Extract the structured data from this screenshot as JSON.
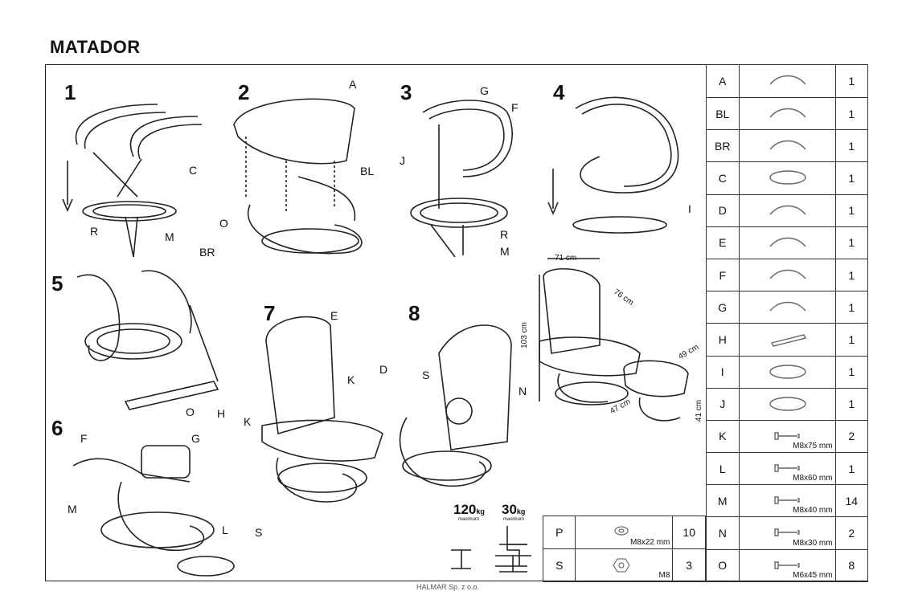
{
  "title": "MATADOR",
  "steps": [
    "1",
    "2",
    "3",
    "4",
    "5",
    "6",
    "7",
    "8"
  ],
  "labels": {
    "s1": [
      "C",
      "R",
      "M"
    ],
    "s2": [
      "A",
      "BL",
      "O",
      "BR"
    ],
    "s3": [
      "G",
      "F",
      "J",
      "R",
      "M"
    ],
    "s4": [
      "I"
    ],
    "s5": [
      "O",
      "H"
    ],
    "s6": [
      "F",
      "G",
      "M",
      "L",
      "S"
    ],
    "s7": [
      "E",
      "D",
      "K",
      "K"
    ],
    "s8": [
      "S",
      "N"
    ]
  },
  "dimensions": [
    "71 cm",
    "76 cm",
    "103 cm",
    "49 cm",
    "47 cm",
    "41 cm"
  ],
  "weights": [
    {
      "value": "120",
      "unit": "kg",
      "sub": "maximum"
    },
    {
      "value": "30",
      "unit": "kg",
      "sub": "maximum"
    }
  ],
  "parts": [
    {
      "code": "A",
      "qty": "1",
      "spec": "",
      "icon": "cushion-icon"
    },
    {
      "code": "BL",
      "qty": "1",
      "spec": "",
      "icon": "arm-left-icon"
    },
    {
      "code": "BR",
      "qty": "1",
      "spec": "",
      "icon": "arm-right-icon"
    },
    {
      "code": "C",
      "qty": "1",
      "spec": "",
      "icon": "base-disc-icon"
    },
    {
      "code": "D",
      "qty": "1",
      "spec": "",
      "icon": "seat-icon"
    },
    {
      "code": "E",
      "qty": "1",
      "spec": "",
      "icon": "backrest-icon"
    },
    {
      "code": "F",
      "qty": "1",
      "spec": "",
      "icon": "arc-f-icon"
    },
    {
      "code": "G",
      "qty": "1",
      "spec": "",
      "icon": "arc-g-icon"
    },
    {
      "code": "H",
      "qty": "1",
      "spec": "",
      "icon": "mechanism-icon"
    },
    {
      "code": "I",
      "qty": "1",
      "spec": "",
      "icon": "ring-i-icon"
    },
    {
      "code": "J",
      "qty": "1",
      "spec": "",
      "icon": "ring-j-icon"
    },
    {
      "code": "K",
      "qty": "2",
      "spec": "M8x75 mm",
      "icon": "bolt-icon"
    },
    {
      "code": "L",
      "qty": "1",
      "spec": "M8x60 mm",
      "icon": "bolt-icon"
    },
    {
      "code": "M",
      "qty": "14",
      "spec": "M8x40 mm",
      "icon": "bolt-icon"
    },
    {
      "code": "N",
      "qty": "2",
      "spec": "M8x30 mm",
      "icon": "bolt-icon"
    },
    {
      "code": "O",
      "qty": "8",
      "spec": "M6x45 mm",
      "icon": "bolt-icon"
    }
  ],
  "small_parts": [
    {
      "code": "P",
      "spec": "M8x22 mm",
      "qty": "10",
      "icon": "washer-icon"
    },
    {
      "code": "S",
      "spec": "M8",
      "qty": "3",
      "icon": "nut-icon"
    }
  ],
  "footer": "HALMAR Sp. z o.o."
}
